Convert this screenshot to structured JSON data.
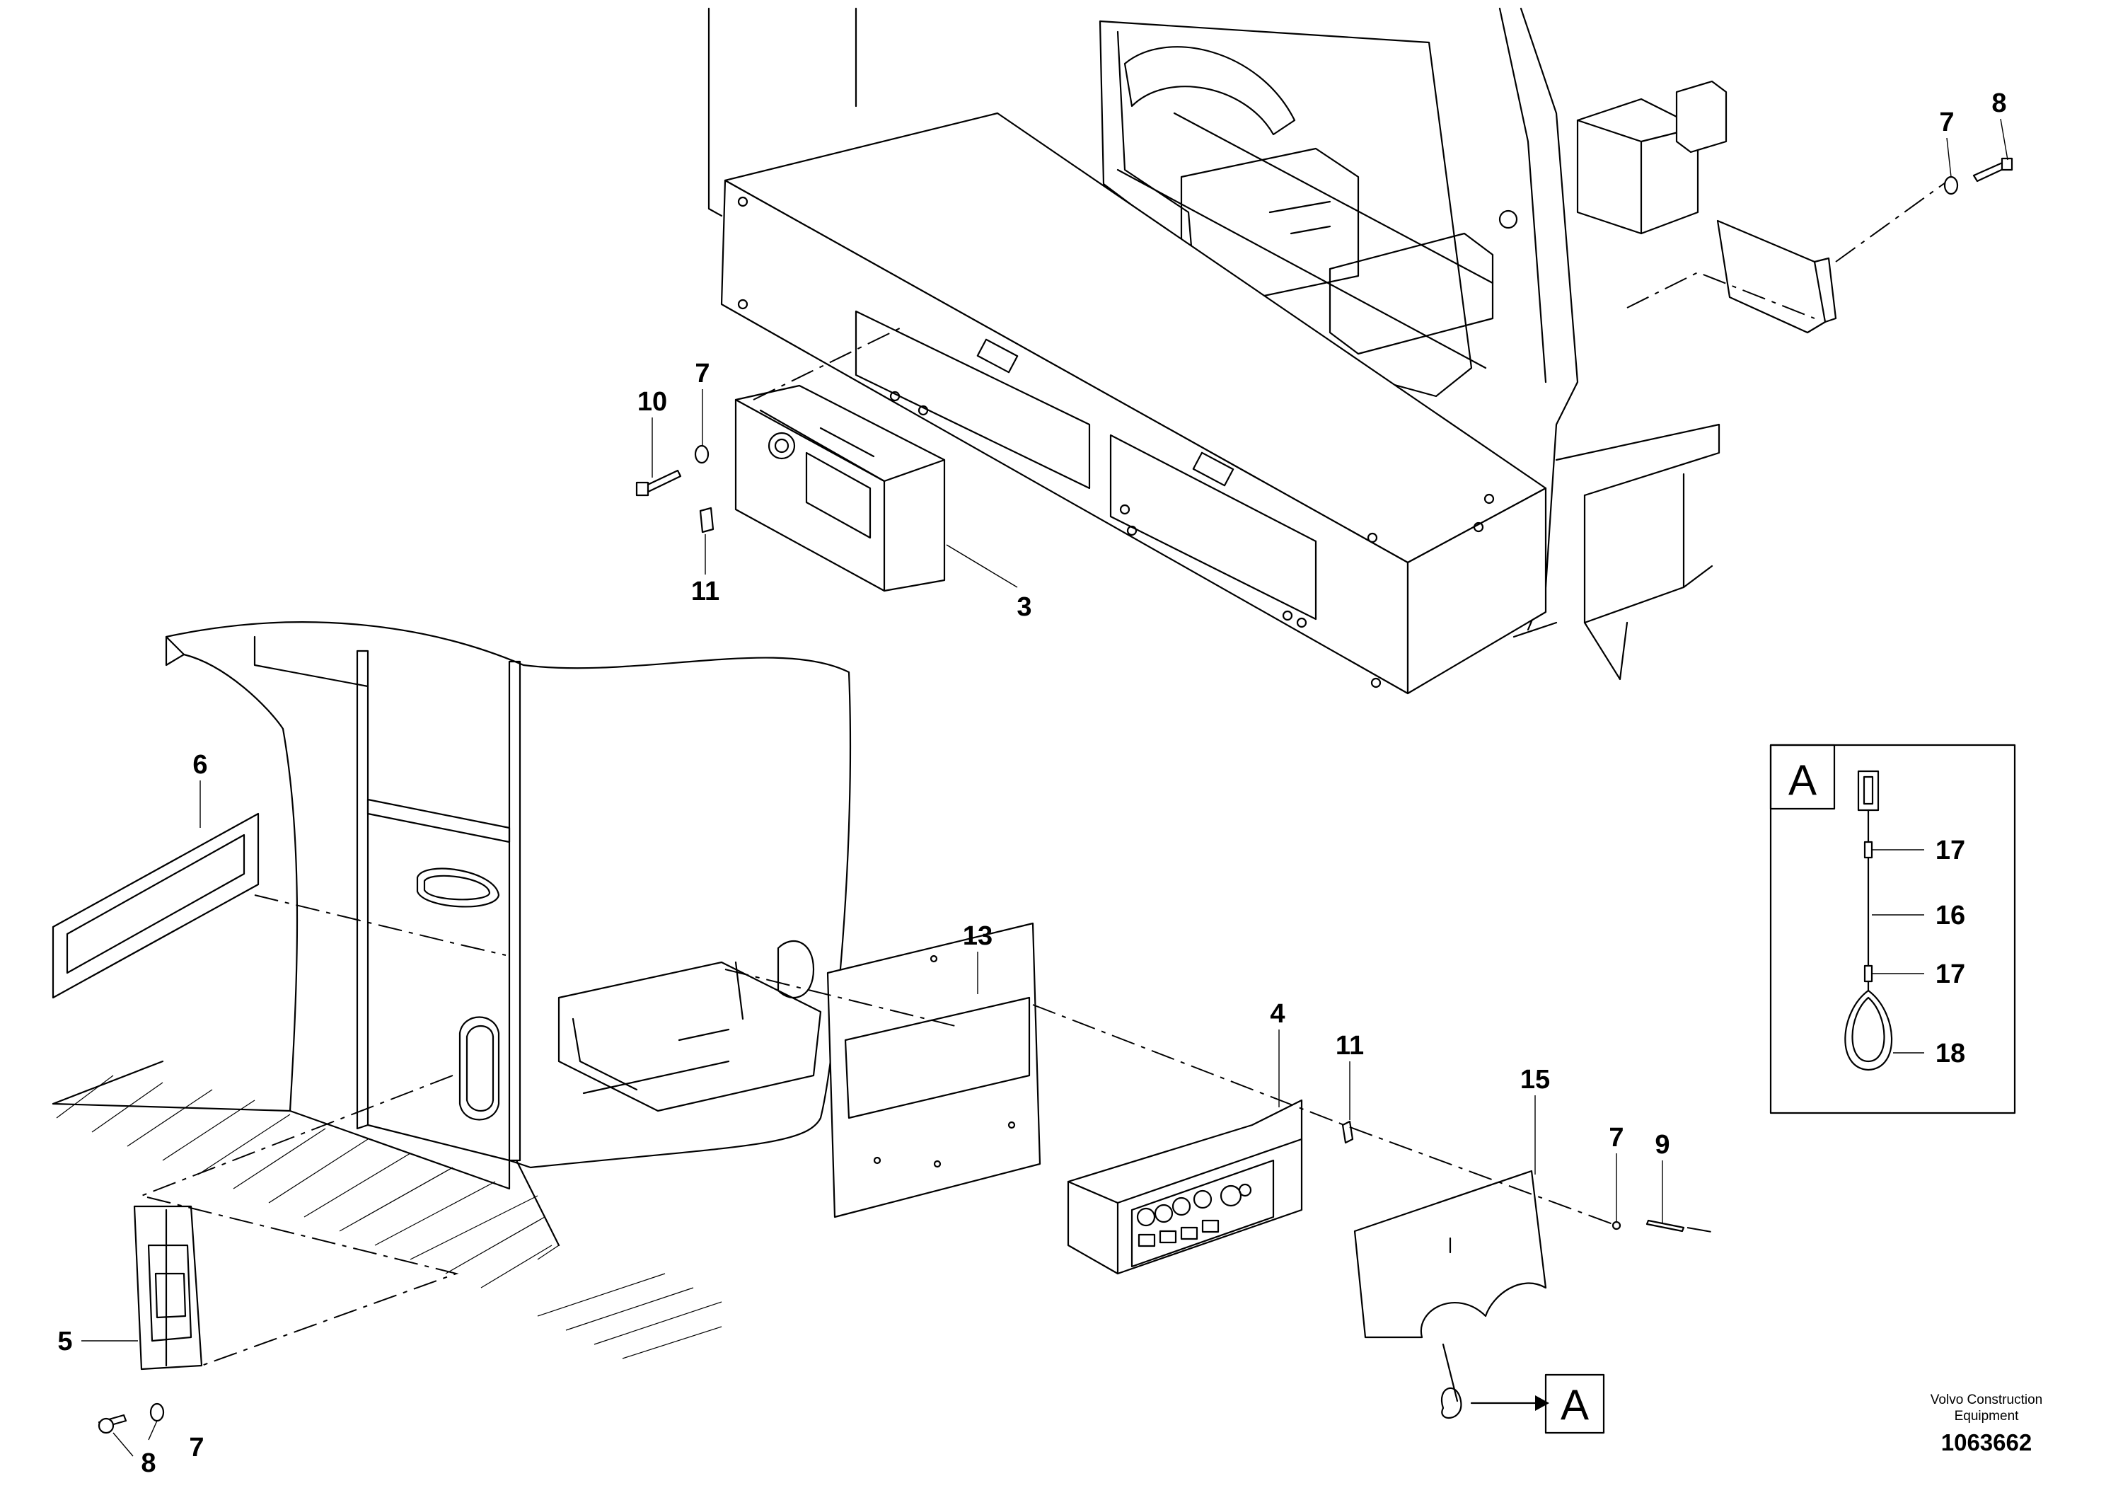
{
  "callouts": [
    {
      "id": "c3",
      "label": "3"
    },
    {
      "id": "c4",
      "label": "4"
    },
    {
      "id": "c5",
      "label": "5"
    },
    {
      "id": "c6",
      "label": "6"
    },
    {
      "id": "c7a",
      "label": "7"
    },
    {
      "id": "c7b",
      "label": "7"
    },
    {
      "id": "c7c",
      "label": "7"
    },
    {
      "id": "c7d",
      "label": "7"
    },
    {
      "id": "c8a",
      "label": "8"
    },
    {
      "id": "c8b",
      "label": "8"
    },
    {
      "id": "c9",
      "label": "9"
    },
    {
      "id": "c10",
      "label": "10"
    },
    {
      "id": "c11a",
      "label": "11"
    },
    {
      "id": "c11b",
      "label": "11"
    },
    {
      "id": "c13",
      "label": "13"
    },
    {
      "id": "c15",
      "label": "15"
    },
    {
      "id": "c16",
      "label": "16"
    },
    {
      "id": "c17a",
      "label": "17"
    },
    {
      "id": "c17b",
      "label": "17"
    },
    {
      "id": "c18",
      "label": "18"
    }
  ],
  "detail_view": {
    "label": "A"
  },
  "detail_pointer": {
    "label": "A"
  },
  "footer": {
    "brand_line1": "Volvo Construction",
    "brand_line2": "Equipment",
    "document_number": "1063662"
  }
}
